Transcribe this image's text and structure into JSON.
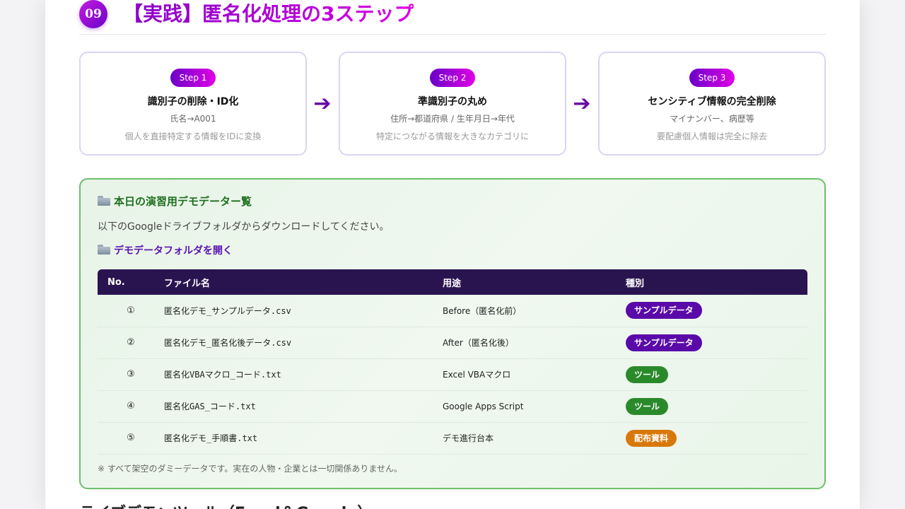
{
  "header": {
    "number": "09",
    "title": "【実践】匿名化処理の3ステップ"
  },
  "steps": [
    {
      "label": "Step 1",
      "title": "識別子の削除・ID化",
      "example": "氏名→A001",
      "description": "個人を直接特定する情報をIDに変換"
    },
    {
      "label": "Step 2",
      "title": "準識別子の丸め",
      "example": "住所→都道府県 / 生年月日→年代",
      "description": "特定につながる情報を大きなカテゴリに"
    },
    {
      "label": "Step 3",
      "title": "センシティブ情報の完全削除",
      "example": "マイナンバー、病歴等",
      "description": "要配慮個人情報は完全に除去"
    }
  ],
  "arrow": "➔",
  "demo": {
    "heading": "本日の演習用デモデーター覧",
    "description": "以下のGoogleドライブフォルダからダウンロードしてください。",
    "folder_link": "デモデータフォルダを開く",
    "columns": [
      "No.",
      "ファイル名",
      "用途",
      "種別"
    ],
    "rows": [
      {
        "no": "①",
        "file": "匿名化デモ_サンプルデータ.csv",
        "use": "Before（匿名化前）",
        "type": "サンプルデータ",
        "type_color": "#5a0aa8"
      },
      {
        "no": "②",
        "file": "匿名化デモ_匿名化後データ.csv",
        "use": "After（匿名化後）",
        "type": "サンプルデータ",
        "type_color": "#5a0aa8"
      },
      {
        "no": "③",
        "file": "匿名化VBAマクロ_コード.txt",
        "use": "Excel VBAマクロ",
        "type": "ツール",
        "type_color": "#2a8a2a"
      },
      {
        "no": "④",
        "file": "匿名化GAS_コード.txt",
        "use": "Google Apps Script",
        "type": "ツール",
        "type_color": "#2a8a2a"
      },
      {
        "no": "⑤",
        "file": "匿名化デモ_手順書.txt",
        "use": "デモ進行台本",
        "type": "配布資料",
        "type_color": "#d9780a"
      }
    ],
    "note": "※ すべて架空のダミーデータです。実在の人物・企業とは一切関係ありません。"
  },
  "next_section_title": "ライブデモ：ツール（Excel＆Google）"
}
